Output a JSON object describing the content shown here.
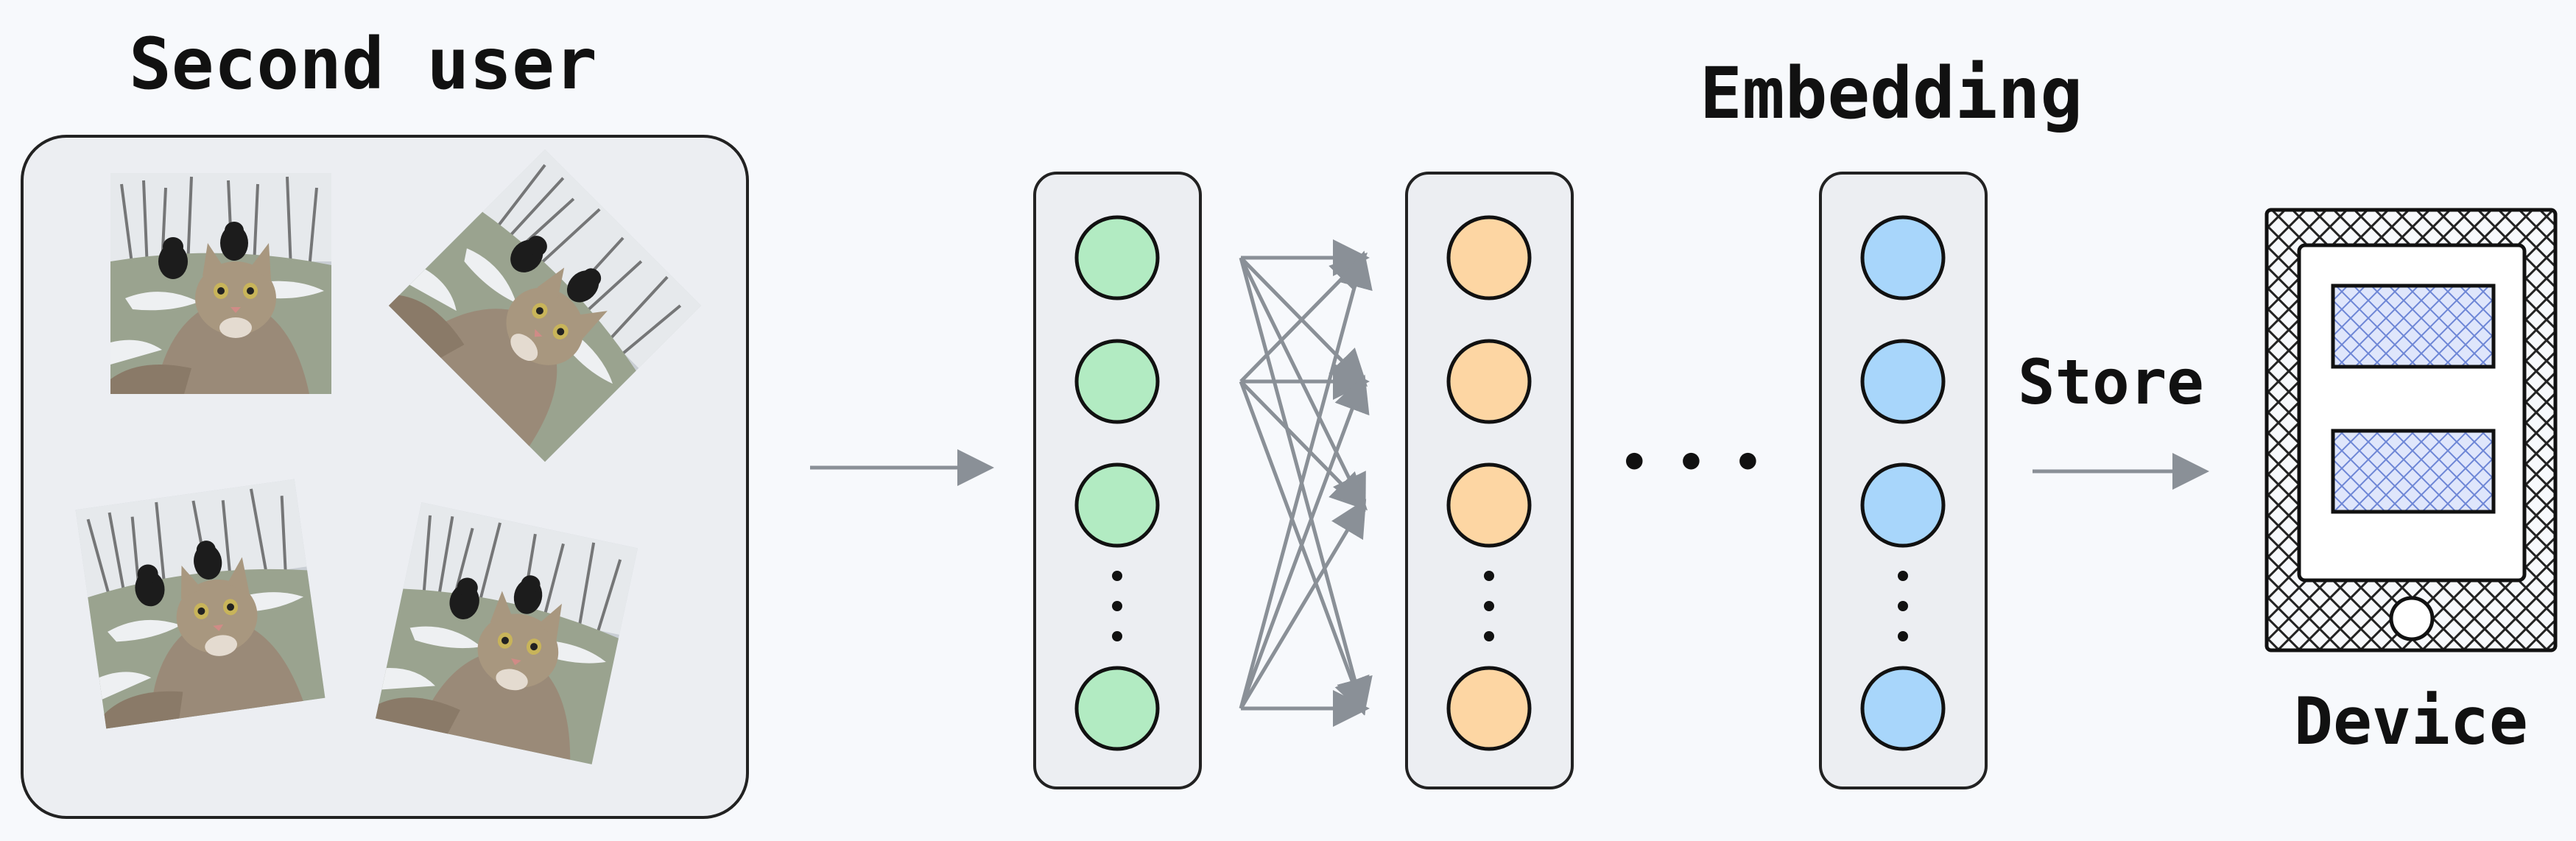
{
  "labels": {
    "second_user": "Second user",
    "embedding": "Embedding",
    "store": "Store",
    "device": "Device",
    "ellipsis": "• • •"
  },
  "photos": {
    "subject": "cat-selfie-with-dogs",
    "count": 4,
    "rotations_deg": [
      0,
      45,
      -8,
      12
    ]
  },
  "network": {
    "layers": [
      {
        "name": "layer-1",
        "color": "#b2ebc2"
      },
      {
        "name": "layer-2",
        "color": "#fdd6a3"
      },
      {
        "name": "layer-3",
        "color": "#a8d6fb"
      }
    ],
    "nodes_per_layer_shown": 4
  },
  "colors": {
    "panel_bg": "#eceef2",
    "arrow": "#8a9097",
    "outline": "#111111",
    "screen_hatch": "#6d86d6"
  }
}
